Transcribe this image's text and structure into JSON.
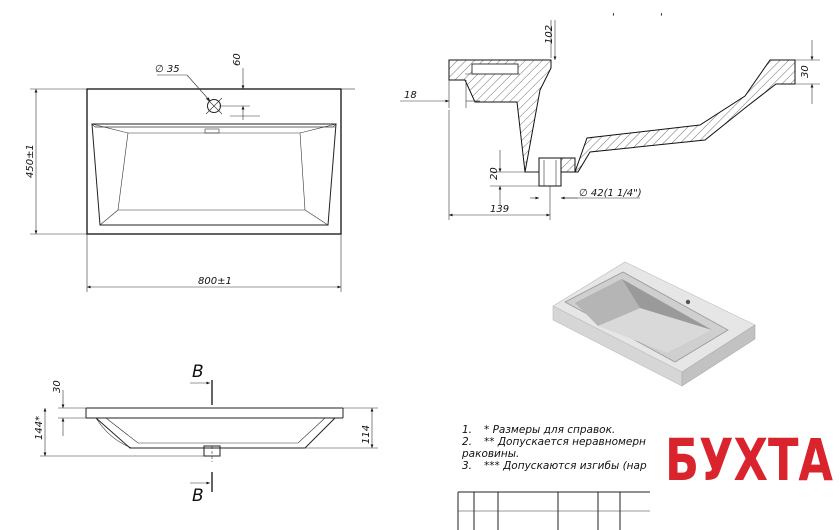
{
  "drawing": {
    "top_view": {
      "hole_diameter": "∅ 35",
      "hole_offset": "60",
      "depth_dim": "450±1",
      "width_dim": "800±1"
    },
    "section_view": {
      "total_height": "102",
      "rim_height": "30",
      "left_ledge": "18",
      "drain_height": "20",
      "drain_offset": "139",
      "drain_diameter": "∅ 42(1 1/4\")"
    },
    "front_view": {
      "rim_thickness": "30",
      "total_height": "144*",
      "bowl_height": "114",
      "section_mark": "B"
    }
  },
  "notes": [
    {
      "num": "1.",
      "text": "* Размеры для справок."
    },
    {
      "num": "2.",
      "text": "** Допускается неравномерн"
    },
    {
      "num": "",
      "text": "раковины."
    },
    {
      "num": "3.",
      "text": "*** Допускаются изгибы (нар"
    }
  ],
  "brand": {
    "name": "БУХТА",
    "color": "#d9232d"
  },
  "colors": {
    "line": "#222222",
    "render_light": "#e6e6e6",
    "render_mid": "#c8c8c8",
    "render_dark": "#9a9a9a"
  }
}
